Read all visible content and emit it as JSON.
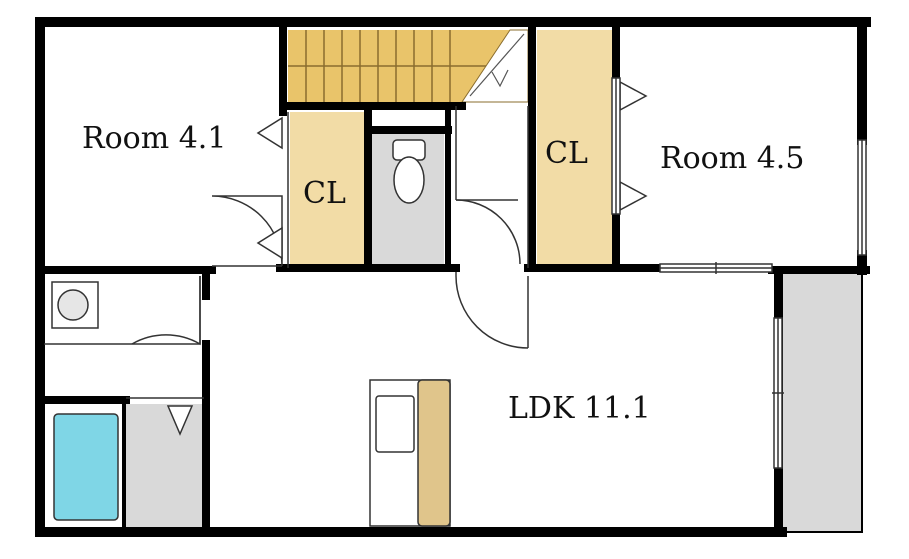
{
  "labels": {
    "room_a": "Room 4.1",
    "room_b": "Room 4.5",
    "closet_a": "CL",
    "closet_b": "CL",
    "ldk": "LDK 11.1"
  },
  "colors": {
    "wall": "#000000",
    "closet": "#f2dca6",
    "stairs": "#e9c46a",
    "wet_area": "#d9d9d9",
    "bathtub": "#7fd6e6",
    "counter": "#e0c58b",
    "balcony": "#d9d9d9"
  }
}
